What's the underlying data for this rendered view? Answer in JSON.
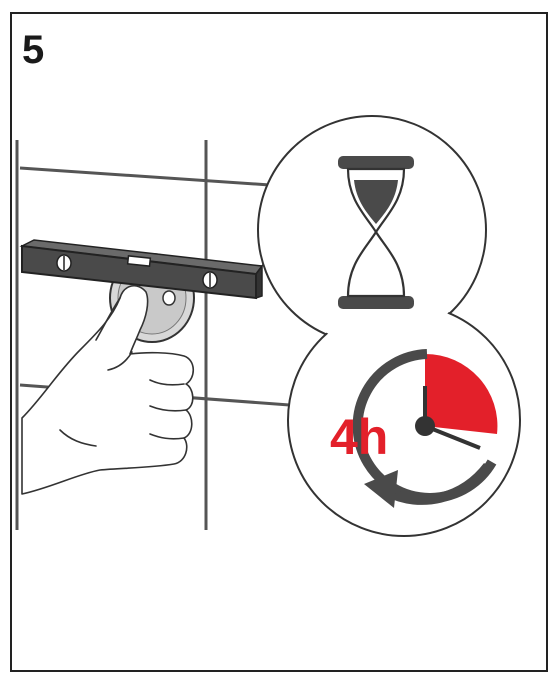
{
  "step": {
    "number": "5"
  },
  "timer": {
    "duration_label": "4h",
    "highlight_fraction": 0.25
  },
  "icons": {
    "waiting": "hourglass-icon",
    "timer": "clock-timer-icon",
    "tool": "spirit-level-icon",
    "gesture": "thumb-press-icon"
  },
  "colors": {
    "outline": "#333333",
    "tool_body": "#4a4a4a",
    "accent_red": "#e3202a",
    "hourglass_sand": "#4a4a4a",
    "wall_lines": "#555555"
  }
}
